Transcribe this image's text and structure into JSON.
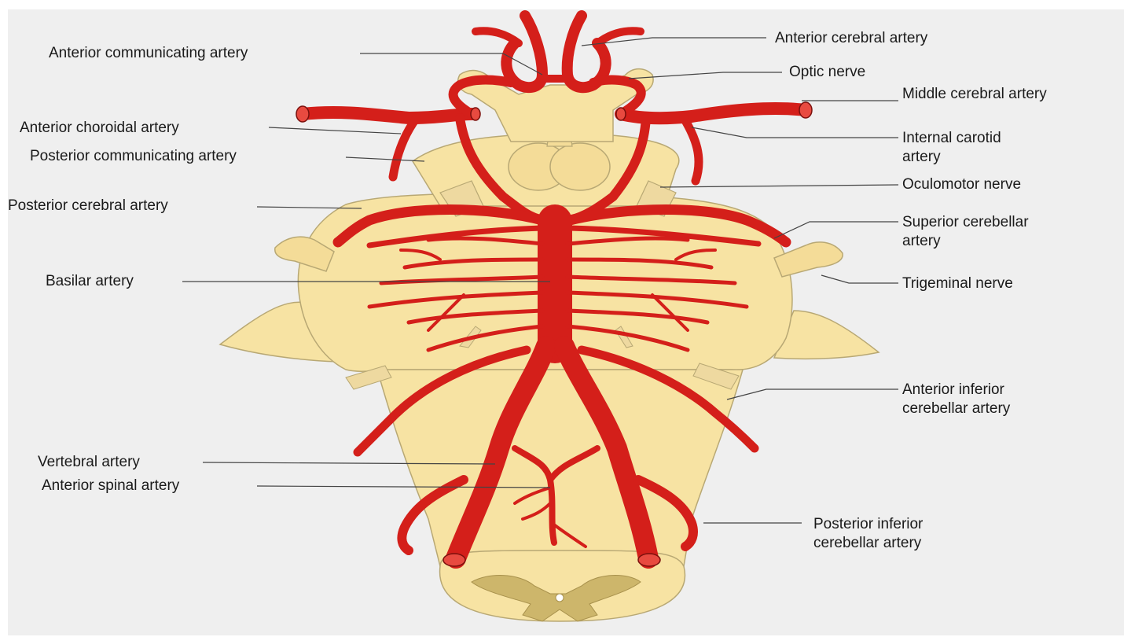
{
  "colors": {
    "background": "#efefef",
    "artery": "#d41f1a",
    "artery_dark": "#7a0f0c",
    "brain": "#f7e3a3",
    "brain_outline": "#b8a874",
    "spinal_gray": "#cdb66b",
    "leader_line": "#444444"
  },
  "labels": {
    "anterior_communicating": "Anterior communicating artery",
    "anterior_cerebral": "Anterior cerebral artery",
    "optic_nerve": "Optic nerve",
    "middle_cerebral": "Middle cerebral artery",
    "anterior_choroidal": "Anterior choroidal artery",
    "internal_carotid_1": "Internal carotid",
    "internal_carotid_2": "artery",
    "posterior_communicating": "Posterior communicating artery",
    "oculomotor_nerve": "Oculomotor nerve",
    "posterior_cerebral": "Posterior cerebral artery",
    "superior_cerebellar_1": "Superior cerebellar",
    "superior_cerebellar_2": "artery",
    "basilar": "Basilar artery",
    "trigeminal_nerve": "Trigeminal nerve",
    "aica_1": "Anterior inferior",
    "aica_2": "cerebellar artery",
    "vertebral": "Vertebral artery",
    "anterior_spinal": "Anterior spinal artery",
    "pica_1": "Posterior inferior",
    "pica_2": "cerebellar artery"
  }
}
